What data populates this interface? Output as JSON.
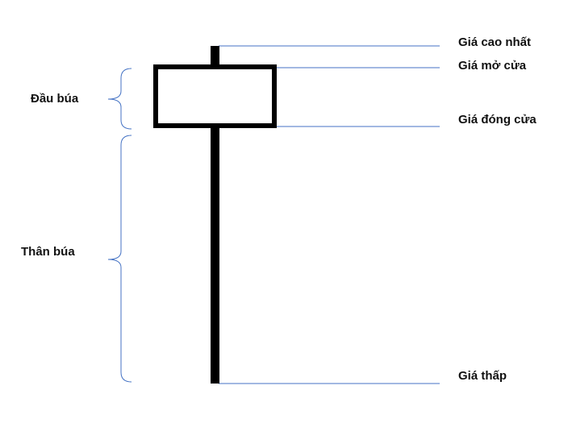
{
  "labels": {
    "high": "Giá cao nhất",
    "open": "Giá mở cửa",
    "close": "Giá đóng cửa",
    "low": "Giá thấp",
    "head": "Đầu búa",
    "body": "Thân búa"
  },
  "colors": {
    "candle": "#000000",
    "guide_line": "#4472c4",
    "brace": "#4472c4",
    "text": "#111111",
    "background": "#ffffff"
  }
}
